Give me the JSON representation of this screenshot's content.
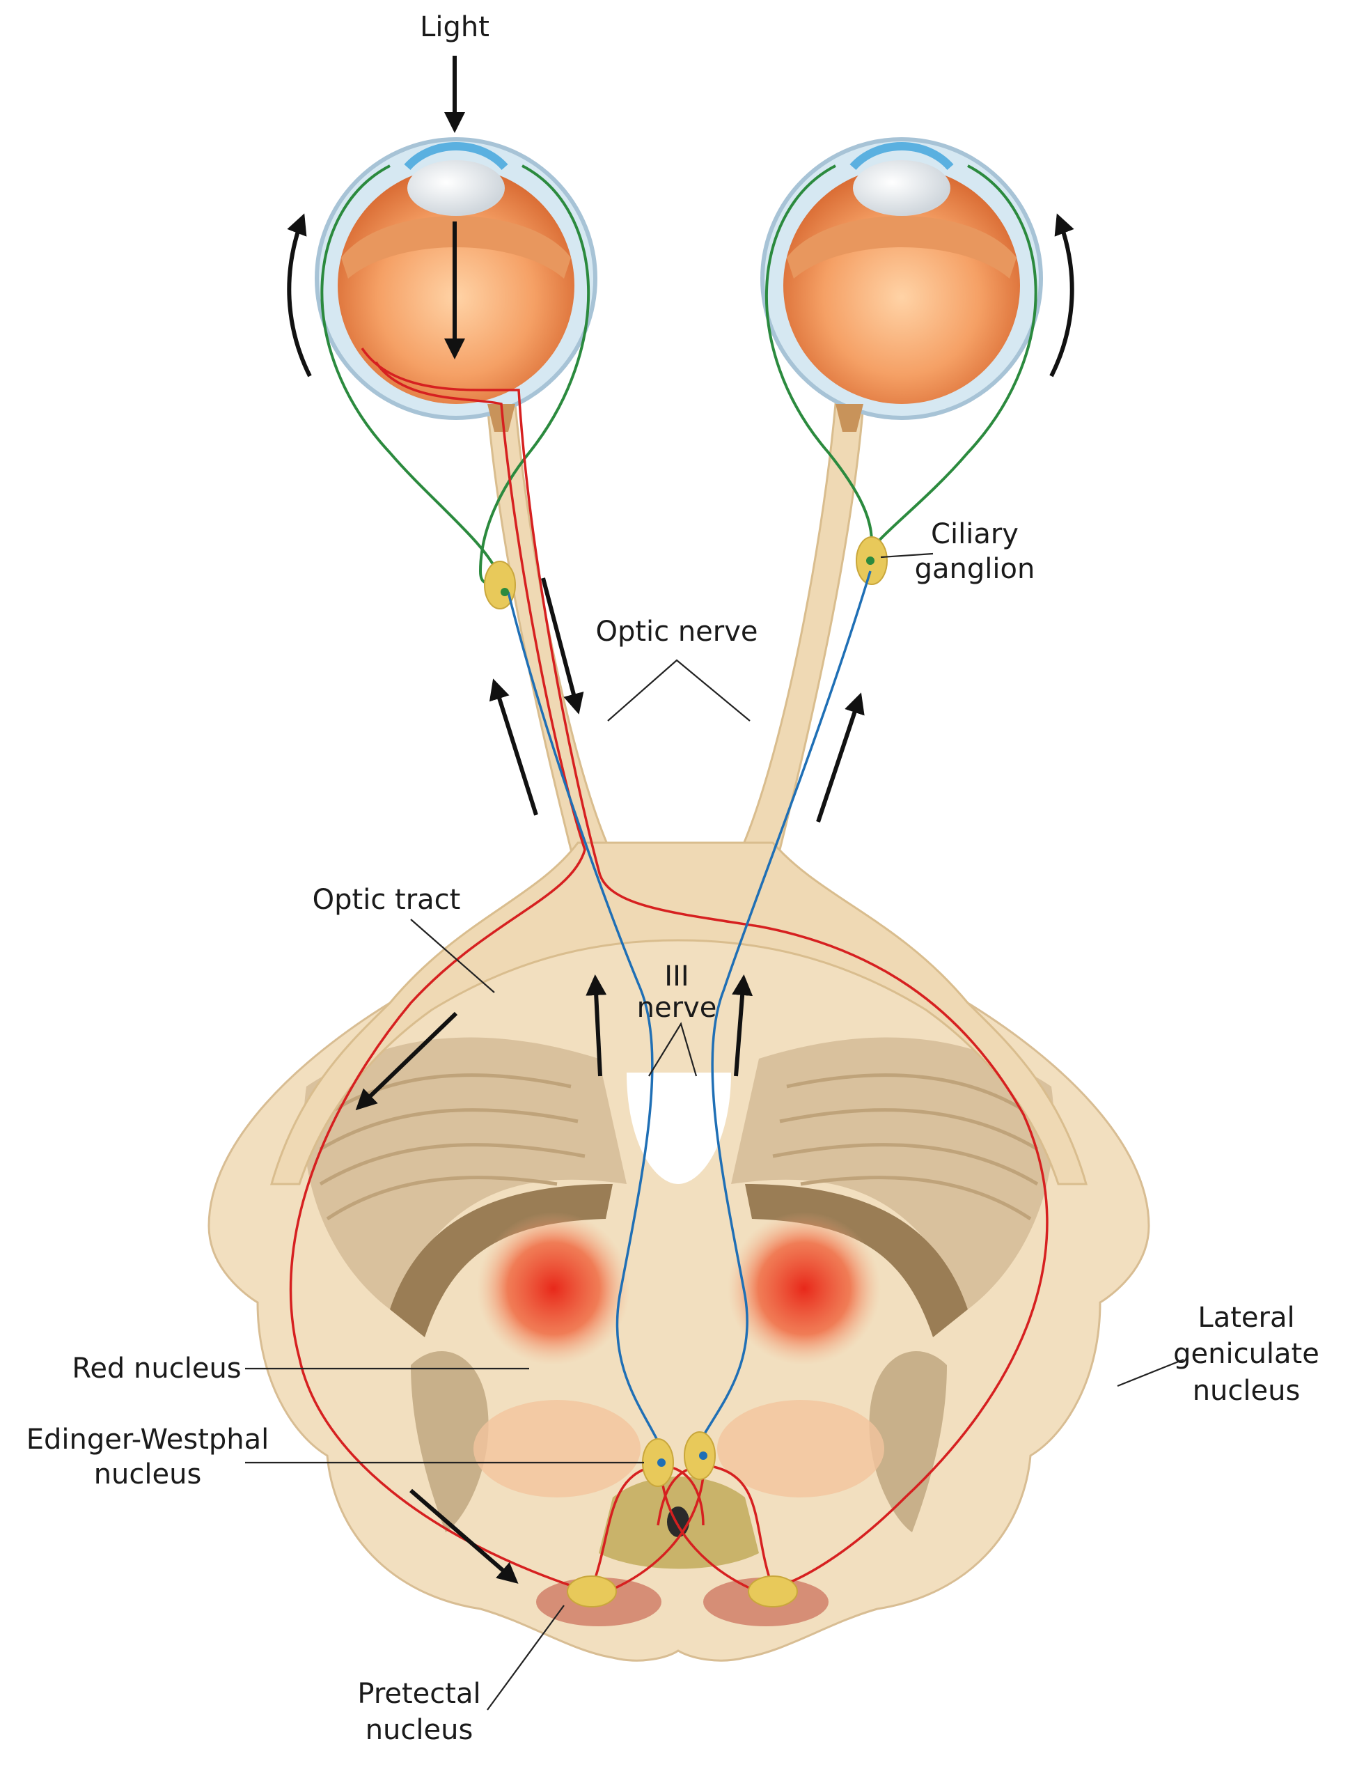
{
  "labels": {
    "light": "Light",
    "ciliary_ganglion_1": "Ciliary",
    "ciliary_ganglion_2": "ganglion",
    "optic_nerve": "Optic nerve",
    "optic_tract": "Optic tract",
    "third_nerve_1": "III",
    "third_nerve_2": "nerve",
    "red_nucleus": "Red nucleus",
    "edinger_1": "Edinger-Westphal",
    "edinger_2": "nucleus",
    "lateral_1": "Lateral",
    "lateral_2": "geniculate",
    "lateral_3": "nucleus",
    "pretectal_1": "Pretectal",
    "pretectal_2": "nucleus"
  },
  "colors": {
    "afferent_pathway": "#d62020",
    "efferent_pathway": "#1f6fb5",
    "postganglionic_fibers": "#2b8a3e",
    "neural_tissue": "#efd9b4",
    "nucleus": "#e8c95a"
  }
}
